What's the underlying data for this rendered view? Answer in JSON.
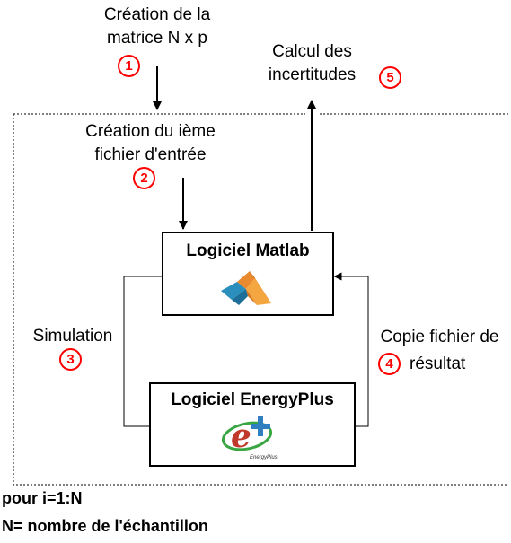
{
  "steps": {
    "step1": {
      "line1": "Création de la",
      "line2": "matrice N x p",
      "number": "1"
    },
    "step2": {
      "line1": "Création du ième",
      "line2": "fichier d'entrée",
      "number": "2"
    },
    "step3": {
      "line1": "Simulation",
      "number": "3"
    },
    "step4": {
      "line1": "Copie fichier de",
      "line2": "résultat",
      "number": "4"
    },
    "step5": {
      "line1": "Calcul des",
      "line2": "incertitudes",
      "number": "5"
    }
  },
  "boxes": {
    "matlab": {
      "title": "Logiciel Matlab",
      "icon": "matlab-logo-icon"
    },
    "energyplus": {
      "title": "Logiciel EnergyPlus",
      "icon": "energyplus-logo-icon",
      "logo_caption": "EnergyPlus"
    }
  },
  "footer": {
    "line1": "pour i=1:N",
    "line2": "N= nombre de l'échantillon"
  },
  "colors": {
    "number_accent": "#ff0000",
    "eplus_red": "#c0392b",
    "eplus_blue": "#2f7fc1",
    "eplus_green": "#39a642"
  }
}
